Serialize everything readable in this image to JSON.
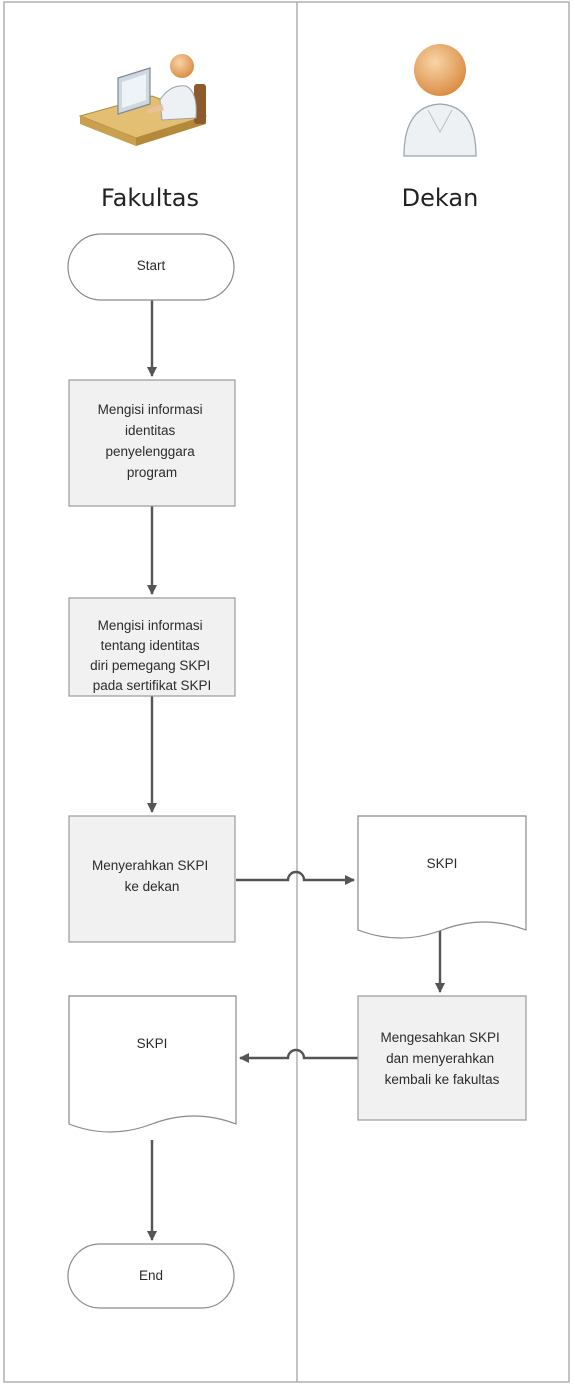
{
  "lanes": [
    {
      "id": "fakultas",
      "title": "Fakultas",
      "icon": "office-worker-at-desk-icon"
    },
    {
      "id": "dekan",
      "title": "Dekan",
      "icon": "person-avatar-icon"
    }
  ],
  "nodes": [
    {
      "id": "start",
      "shape": "terminator",
      "lane": "fakultas",
      "lines": [
        "Start"
      ]
    },
    {
      "id": "isi_identitas_penyelenggara",
      "shape": "process",
      "lane": "fakultas",
      "lines": [
        "Mengisi informasi",
        "identitas",
        "penyelenggara",
        "program"
      ]
    },
    {
      "id": "isi_identitas_diri",
      "shape": "process",
      "lane": "fakultas",
      "lines": [
        "Mengisi informasi",
        "tentang identitas",
        "diri pemegang SKPI",
        "pada sertifikat SKPI"
      ]
    },
    {
      "id": "serahkan_skpi",
      "shape": "process",
      "lane": "fakultas",
      "lines": [
        "Menyerahkan SKPI",
        "ke dekan"
      ]
    },
    {
      "id": "skpi_dekan",
      "shape": "document",
      "lane": "dekan",
      "lines": [
        "SKPI"
      ]
    },
    {
      "id": "sahkan_skpi",
      "shape": "process",
      "lane": "dekan",
      "lines": [
        "Mengesahkan SKPI",
        "dan menyerahkan",
        "kembali ke fakultas"
      ]
    },
    {
      "id": "skpi_fakultas",
      "shape": "document",
      "lane": "fakultas",
      "lines": [
        "SKPI"
      ]
    },
    {
      "id": "end",
      "shape": "terminator",
      "lane": "fakultas",
      "lines": [
        "End"
      ]
    }
  ],
  "edges": [
    {
      "from": "start",
      "to": "isi_identitas_penyelenggara"
    },
    {
      "from": "isi_identitas_penyelenggara",
      "to": "isi_identitas_diri"
    },
    {
      "from": "isi_identitas_diri",
      "to": "serahkan_skpi"
    },
    {
      "from": "serahkan_skpi",
      "to": "skpi_dekan"
    },
    {
      "from": "skpi_dekan",
      "to": "sahkan_skpi"
    },
    {
      "from": "sahkan_skpi",
      "to": "skpi_fakultas"
    },
    {
      "from": "skpi_fakultas",
      "to": "end"
    }
  ],
  "colors": {
    "lane_border": "#b0b0b0",
    "process_fill": "#f1f1f1",
    "connector": "#555555",
    "person_skin": "#e8a060",
    "desk": "#d9b060"
  }
}
